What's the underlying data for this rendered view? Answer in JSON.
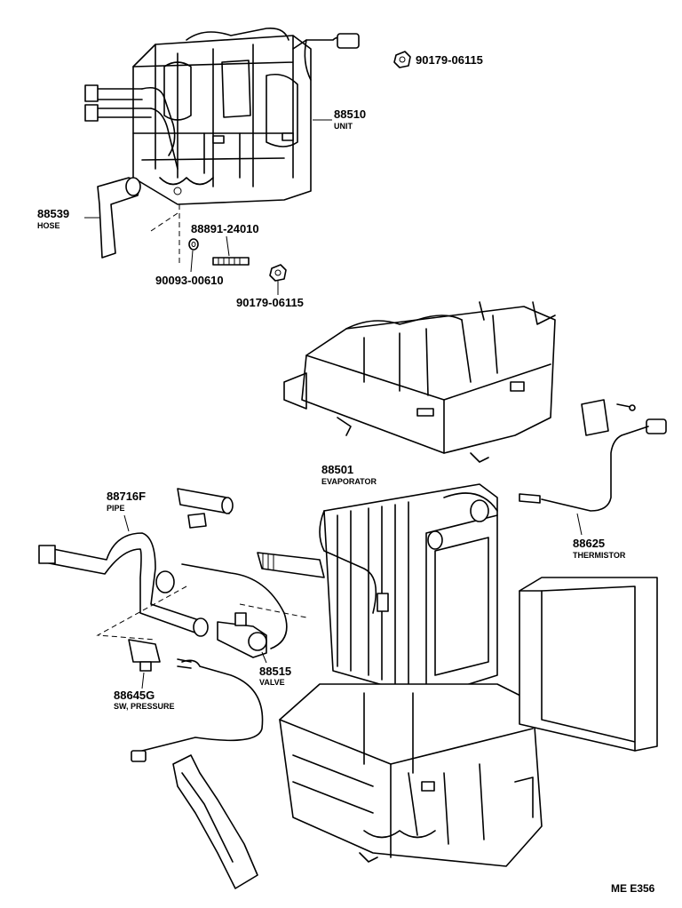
{
  "parts": {
    "clip_top": {
      "number": "90179-06115"
    },
    "unit": {
      "number": "88510",
      "name": "UNIT"
    },
    "hose": {
      "number": "88539",
      "name": "HOSE"
    },
    "stud": {
      "number": "88891-24010"
    },
    "washer": {
      "number": "90093-00610"
    },
    "nut": {
      "number": "90179-06115"
    },
    "evaporator": {
      "number": "88501",
      "name": "EVAPORATOR"
    },
    "pipe": {
      "number": "88716F",
      "name": "PIPE"
    },
    "thermistor": {
      "number": "88625",
      "name": "THERMISTOR"
    },
    "valve": {
      "number": "88515",
      "name": "VALVE"
    },
    "pressure_switch": {
      "number": "88645G",
      "name": "SW, PRESSURE"
    }
  },
  "figure_ref": "ME E356"
}
